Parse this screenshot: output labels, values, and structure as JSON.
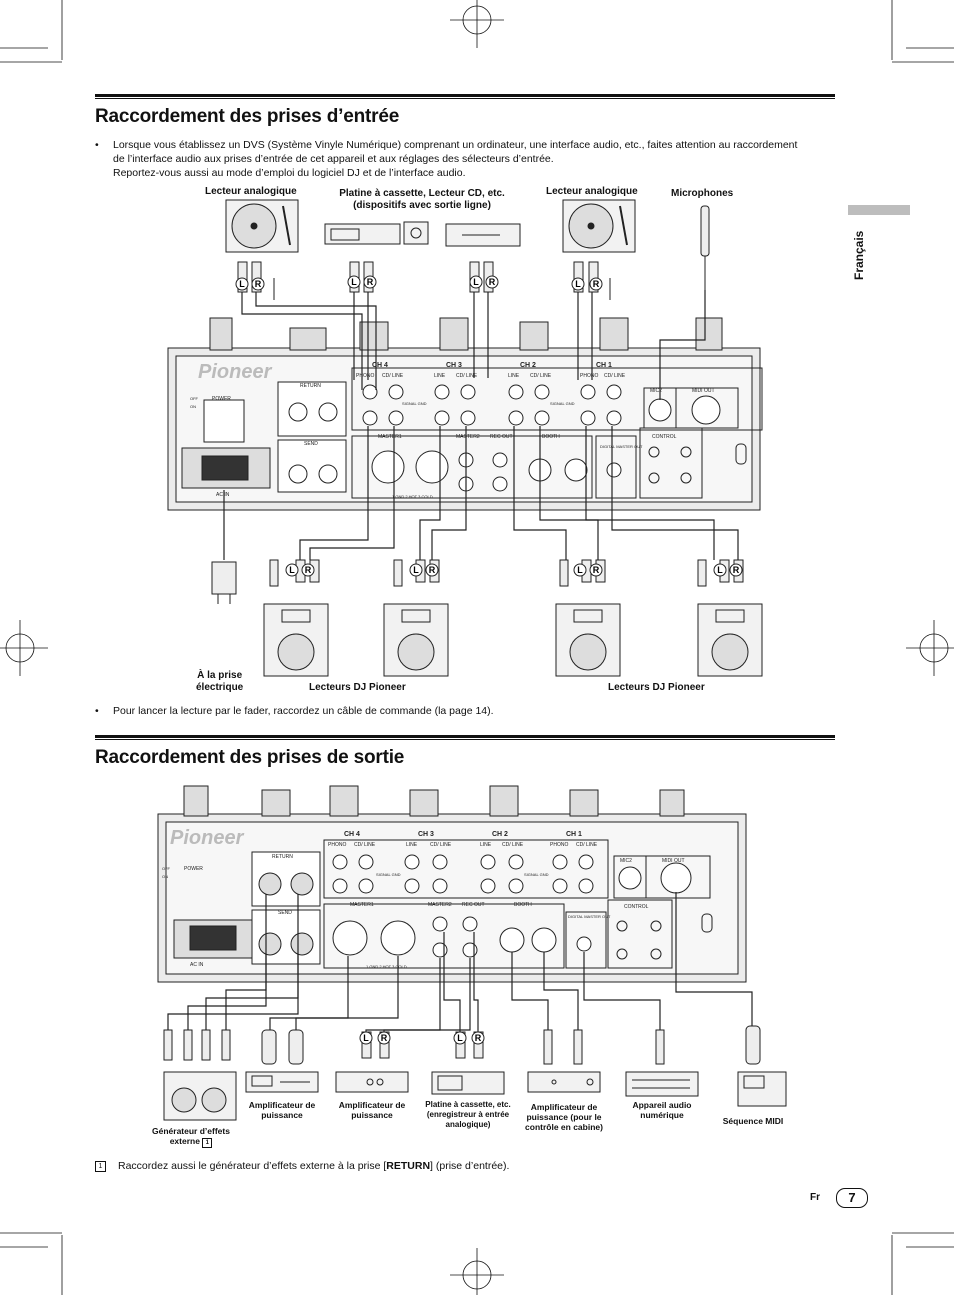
{
  "section1": {
    "title": "Raccordement des prises d’entrée",
    "bullet1_line1": "Lorsque vous établissez un DVS (Système Vinyle Numérique) comprenant un ordinateur, une interface audio, etc., faites attention au raccordement",
    "bullet1_line2": "de l’interface audio aux prises d’entrée de cet appareil et aux réglages des sélecteurs d’entrée.",
    "bullet1_line3": "Reportez-vous aussi au mode d’emploi du logiciel DJ et de l’interface audio.",
    "labels": {
      "turntable_left": "Lecteur analogique",
      "cassette_line1": "Platine à cassette, Lecteur CD, etc.",
      "cassette_line2": "(dispositifs avec sortie ligne)",
      "turntable_right": "Lecteur analogique",
      "microphones": "Microphones",
      "power_line1": "À la prise",
      "power_line2": "électrique",
      "dj_players_left": "Lecteurs DJ Pioneer",
      "dj_players_right": "Lecteurs DJ Pioneer"
    },
    "bullet2": "Pour lancer la lecture par le fader, raccordez un câble de commande (la page 14)."
  },
  "section2": {
    "title": "Raccordement des prises de sortie",
    "labels": {
      "effects_line1": "Générateur d’effets",
      "effects_line2": "externe",
      "effects_note": "1",
      "amp1_line1": "Amplificateur de",
      "amp1_line2": "puissance",
      "amp2_line1": "Amplificateur de",
      "amp2_line2": "puissance",
      "tape_line1": "Platine à cassette, etc.",
      "tape_line2": "(enregistreur à entrée",
      "tape_line3": "analogique)",
      "booth_line1": "Amplificateur de",
      "booth_line2": "puissance (pour le",
      "booth_line3": "contrôle en cabine)",
      "digital_line1": "Appareil audio",
      "digital_line2": "numérique",
      "midi": "Séquence MIDI"
    }
  },
  "mixer": {
    "brand": "Pioneer",
    "ch4": "CH 4",
    "ch3": "CH 3",
    "ch2": "CH 2",
    "ch1": "CH 1",
    "phono": "PHONO",
    "cdline": "CD/ LINE",
    "line": "LINE",
    "signal_gnd": "SIGNAL GND",
    "return": "RETURN",
    "send": "SEND",
    "master1": "MASTER1",
    "master2": "MASTER2",
    "rec_out": "REC OUT",
    "booth": "BOOTH",
    "digital_master_out": "DIGITAL MASTER OUT",
    "control": "CONTROL",
    "mic2": "MIC2",
    "midi_out": "MIDI OUT",
    "power": "POWER",
    "off": "OFF",
    "on": "ON",
    "ac_in": "AC IN",
    "r": "R",
    "l_mono": "L(MONO)",
    "l": "L",
    "gnd_hot_cold": "1 GND  2 HOT  3 COLD"
  },
  "footnote": {
    "marker": "1",
    "pre": "Raccordez aussi le générateur d’effets externe à la prise [",
    "bold": "RETURN",
    "post": "] (prise d’entrée)."
  },
  "side_language": "Français",
  "page": {
    "lang": "Fr",
    "number": "7"
  }
}
